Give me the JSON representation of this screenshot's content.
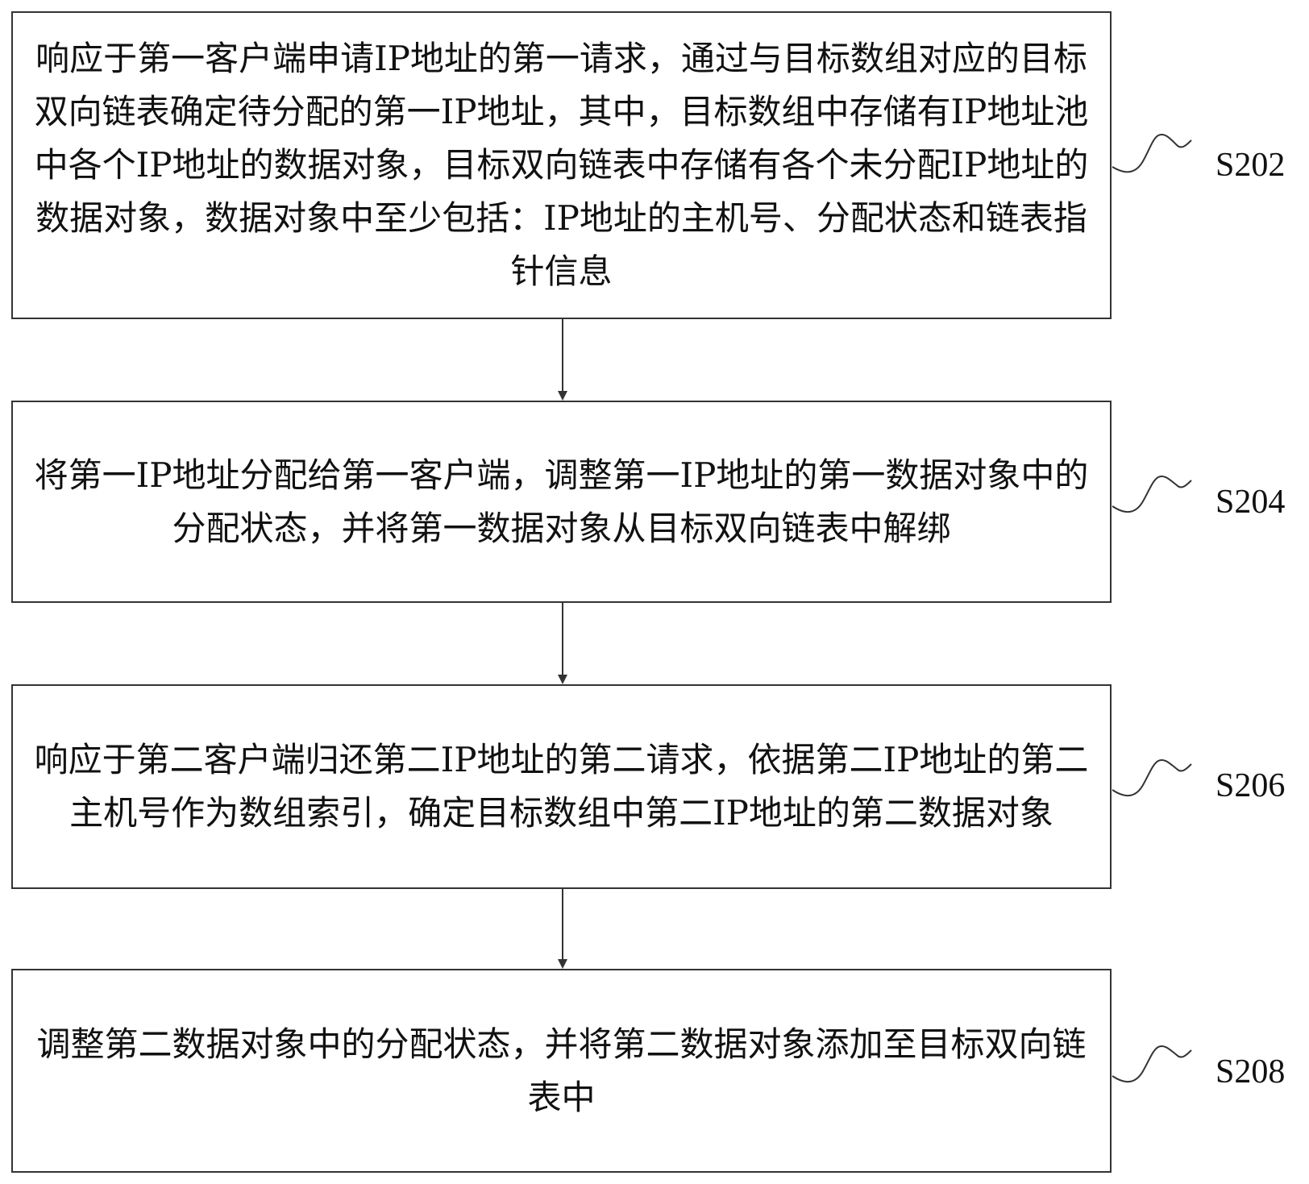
{
  "steps": [
    {
      "id": "S202",
      "label": "S202",
      "text": "响应于第一客户端申请IP地址的第一请求，通过与目标数组对应的目标双向链表确定待分配的第一IP地址，其中，目标数组中存储有IP地址池中各个IP地址的数据对象，目标双向链表中存储有各个未分配IP地址的数据对象，数据对象中至少包括：IP地址的主机号、分配状态和链表指针信息"
    },
    {
      "id": "S204",
      "label": "S204",
      "text": "将第一IP地址分配给第一客户端，调整第一IP地址的第一数据对象中的分配状态，并将第一数据对象从目标双向链表中解绑"
    },
    {
      "id": "S206",
      "label": "S206",
      "text": "响应于第二客户端归还第二IP地址的第二请求，依据第二IP地址的第二主机号作为数组索引，确定目标数组中第二IP地址的第二数据对象"
    },
    {
      "id": "S208",
      "label": "S208",
      "text": "调整第二数据对象中的分配状态，并将第二数据对象添加至目标双向链表中"
    }
  ],
  "colors": {
    "line": "#333333",
    "text": "#111111",
    "background": "#ffffff"
  }
}
